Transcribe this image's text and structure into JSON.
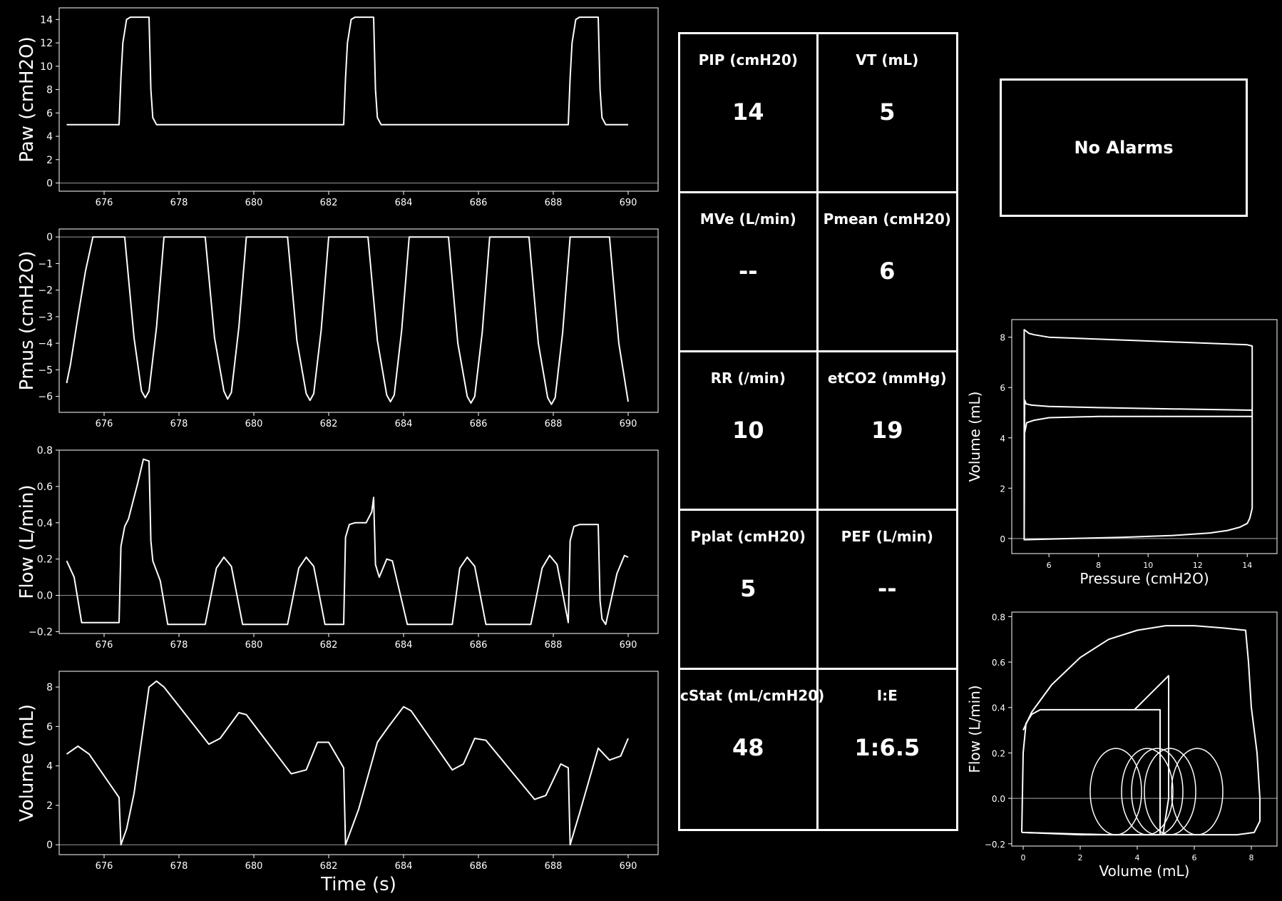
{
  "charts": {
    "paw": {
      "ylabel": "Paw (cmH2O)",
      "xlabel": "",
      "xlim": [
        674.8,
        690.8
      ],
      "ylim": [
        -0.7,
        15
      ],
      "xticks": [
        "676",
        "678",
        "680",
        "682",
        "684",
        "686",
        "688",
        "690"
      ],
      "yticks": [
        "0",
        "2",
        "4",
        "6",
        "8",
        "10",
        "12",
        "14"
      ]
    },
    "pmus": {
      "ylabel": "Pmus (cmH2O)",
      "xlabel": "",
      "xlim": [
        674.8,
        690.8
      ],
      "ylim": [
        -6.6,
        0.3
      ],
      "xticks": [
        "676",
        "678",
        "680",
        "682",
        "684",
        "686",
        "688",
        "690"
      ],
      "yticks": [
        "−6",
        "−5",
        "−4",
        "−3",
        "−2",
        "−1",
        "0"
      ]
    },
    "flow": {
      "ylabel": "Flow (L/min)",
      "xlabel": "",
      "xlim": [
        674.8,
        690.8
      ],
      "ylim": [
        -0.21,
        0.8
      ],
      "xticks": [
        "676",
        "678",
        "680",
        "682",
        "684",
        "686",
        "688",
        "690"
      ],
      "yticks": [
        "−0.2",
        "0.0",
        "0.2",
        "0.4",
        "0.6",
        "0.8"
      ]
    },
    "volume": {
      "ylabel": "Volume (mL)",
      "xlabel": "Time (s)",
      "xlim": [
        674.8,
        690.8
      ],
      "ylim": [
        -0.5,
        8.8
      ],
      "xticks": [
        "676",
        "678",
        "680",
        "682",
        "684",
        "686",
        "688",
        "690"
      ],
      "yticks": [
        "0",
        "2",
        "4",
        "6",
        "8"
      ]
    },
    "pv_loop": {
      "ylabel": "Volume (mL)",
      "xlabel": "Pressure (cmH2O)",
      "xlim": [
        4.5,
        15.2
      ],
      "ylim": [
        -0.6,
        8.7
      ],
      "xticks": [
        "6",
        "8",
        "10",
        "12",
        "14"
      ],
      "yticks": [
        "0",
        "2",
        "4",
        "6",
        "8"
      ]
    },
    "fv_loop": {
      "ylabel": "Flow (L/min)",
      "xlabel": "Volume (mL)",
      "xlim": [
        -0.4,
        8.9
      ],
      "ylim": [
        -0.21,
        0.82
      ],
      "xticks": [
        "0",
        "2",
        "4",
        "6",
        "8"
      ],
      "yticks": [
        "−0.2",
        "0.0",
        "0.2",
        "0.4",
        "0.6",
        "0.8"
      ]
    }
  },
  "chart_data": [
    {
      "type": "line",
      "title": "",
      "xlabel": "",
      "ylabel": "Paw (cmH2O)",
      "ylim": [
        -0.7,
        15
      ],
      "grid": false,
      "x": [
        675.0,
        676.4,
        676.45,
        676.5,
        676.6,
        676.7,
        677.2,
        677.25,
        677.3,
        677.4,
        682.4,
        682.45,
        682.5,
        682.6,
        682.7,
        683.2,
        683.25,
        683.3,
        683.4,
        688.4,
        688.45,
        688.5,
        688.6,
        688.7,
        689.2,
        689.25,
        689.3,
        689.4,
        690.0
      ],
      "y": [
        5,
        5,
        9,
        12,
        14,
        14.2,
        14.2,
        8,
        5.6,
        5,
        5,
        9,
        12,
        14,
        14.2,
        14.2,
        8,
        5.6,
        5,
        5,
        9,
        12,
        14,
        14.2,
        14.2,
        8,
        5.6,
        5,
        5
      ]
    },
    {
      "type": "line",
      "title": "",
      "xlabel": "",
      "ylabel": "Pmus (cmH2O)",
      "ylim": [
        -6.6,
        0.3
      ],
      "grid": false,
      "x": [
        675.0,
        675.1,
        675.3,
        675.5,
        675.7,
        676.55,
        676.8,
        677.0,
        677.1,
        677.2,
        677.4,
        677.6,
        678.7,
        678.95,
        679.2,
        679.3,
        679.4,
        679.6,
        679.8,
        680.9,
        681.15,
        681.4,
        681.5,
        681.6,
        681.8,
        682.0,
        683.05,
        683.3,
        683.55,
        683.65,
        683.75,
        683.95,
        684.15,
        685.2,
        685.45,
        685.7,
        685.8,
        685.9,
        686.1,
        686.3,
        687.35,
        687.6,
        687.85,
        687.95,
        688.05,
        688.25,
        688.45,
        689.5,
        689.75,
        690.0
      ],
      "y": [
        -5.5,
        -4.8,
        -3,
        -1.3,
        0,
        0,
        -3.8,
        -5.8,
        -6.05,
        -5.8,
        -3.4,
        0,
        0,
        -3.8,
        -5.8,
        -6.1,
        -5.85,
        -3.4,
        0,
        0,
        -3.9,
        -5.9,
        -6.15,
        -5.9,
        -3.5,
        0,
        0,
        -3.9,
        -5.95,
        -6.2,
        -5.95,
        -3.5,
        0,
        0,
        -4,
        -6,
        -6.25,
        -6,
        -3.6,
        0,
        0,
        -4,
        -6.05,
        -6.3,
        -6.05,
        -3.6,
        0,
        0,
        -4,
        -6.2
      ]
    },
    {
      "type": "line",
      "title": "",
      "xlabel": "",
      "ylabel": "Flow (L/min)",
      "ylim": [
        -0.21,
        0.8
      ],
      "grid": false,
      "x": [
        675.0,
        675.2,
        675.4,
        676.4,
        676.45,
        676.55,
        676.65,
        676.9,
        677.05,
        677.2,
        677.25,
        677.3,
        677.5,
        677.7,
        678.7,
        679.0,
        679.2,
        679.4,
        679.7,
        680.9,
        681.2,
        681.4,
        681.6,
        681.9,
        682.4,
        682.45,
        682.55,
        682.7,
        683.0,
        683.15,
        683.2,
        683.25,
        683.35,
        683.55,
        683.7,
        684.1,
        685.3,
        685.5,
        685.7,
        685.9,
        686.2,
        687.4,
        687.7,
        687.9,
        688.1,
        688.4,
        688.45,
        688.55,
        688.7,
        689.2,
        689.25,
        689.3,
        689.4,
        689.7,
        689.9,
        690.0
      ],
      "y": [
        0.19,
        0.1,
        -0.15,
        -0.15,
        0.27,
        0.38,
        0.42,
        0.62,
        0.75,
        0.74,
        0.3,
        0.19,
        0.08,
        -0.16,
        -0.16,
        0.15,
        0.21,
        0.16,
        -0.16,
        -0.16,
        0.15,
        0.21,
        0.16,
        -0.16,
        -0.16,
        0.32,
        0.39,
        0.4,
        0.4,
        0.46,
        0.54,
        0.17,
        0.1,
        0.2,
        0.19,
        -0.16,
        -0.16,
        0.15,
        0.21,
        0.16,
        -0.16,
        -0.16,
        0.15,
        0.22,
        0.17,
        -0.15,
        0.3,
        0.38,
        0.39,
        0.39,
        -0.03,
        -0.13,
        -0.16,
        0.12,
        0.22,
        0.21
      ]
    },
    {
      "type": "line",
      "title": "",
      "xlabel": "Time (s)",
      "ylabel": "Volume (mL)",
      "ylim": [
        -0.5,
        8.8
      ],
      "grid": false,
      "x": [
        675.0,
        675.3,
        675.6,
        676.4,
        676.45,
        676.6,
        676.8,
        677.2,
        677.4,
        677.6,
        678.8,
        679.1,
        679.6,
        679.8,
        681.0,
        681.4,
        681.7,
        682.0,
        682.4,
        682.45,
        682.8,
        683.3,
        683.6,
        684.0,
        684.2,
        685.3,
        685.6,
        685.9,
        686.2,
        687.5,
        687.8,
        688.2,
        688.4,
        688.45,
        688.7,
        689.2,
        689.5,
        689.8,
        690.0
      ],
      "y": [
        4.6,
        5.0,
        4.6,
        2.4,
        0,
        0.8,
        2.6,
        8.0,
        8.3,
        8.0,
        5.1,
        5.4,
        6.7,
        6.6,
        3.6,
        3.8,
        5.2,
        5.2,
        3.9,
        0,
        1.8,
        5.2,
        6.0,
        7.0,
        6.8,
        3.8,
        4.1,
        5.4,
        5.3,
        2.3,
        2.5,
        4.1,
        3.9,
        0,
        1.6,
        4.9,
        4.3,
        4.5,
        5.4
      ]
    },
    {
      "type": "line",
      "title": "",
      "xlabel": "Pressure (cmH2O)",
      "ylabel": "Volume (mL)",
      "ylim": [
        -0.6,
        8.7
      ],
      "grid": false,
      "series": [
        {
          "x": [
            5,
            5,
            5.2,
            5.4,
            6,
            10,
            14,
            14.2,
            14.2,
            14.1,
            14.0,
            13.7,
            13.2,
            12.5,
            11,
            9,
            7,
            5,
            5.02,
            5.08,
            5.3,
            6,
            8,
            11,
            14.2
          ],
          "y": [
            0,
            8.3,
            8.15,
            8.1,
            8.0,
            7.85,
            7.7,
            7.65,
            1.2,
            0.8,
            0.6,
            0.45,
            0.32,
            0.22,
            0.12,
            0.05,
            0,
            -0.05,
            5.5,
            5.35,
            5.3,
            5.25,
            5.2,
            5.15,
            5.1
          ]
        },
        {
          "x": [
            5.02,
            5.1,
            5.4,
            6,
            8,
            11,
            14.2
          ],
          "y": [
            4.2,
            4.6,
            4.7,
            4.8,
            4.85,
            4.85,
            4.85
          ]
        }
      ]
    },
    {
      "type": "line",
      "title": "",
      "xlabel": "Volume (mL)",
      "ylabel": "Flow (L/min)",
      "ylim": [
        -0.21,
        0.82
      ],
      "grid": false,
      "series": [
        {
          "x": [
            -0.05,
            0,
            0.1,
            0.3,
            0.6,
            1,
            2,
            3,
            4,
            4.8,
            4.8,
            4.6,
            3,
            -0.05
          ],
          "y": [
            -0.15,
            0.2,
            0.33,
            0.37,
            0.39,
            0.39,
            0.39,
            0.39,
            0.39,
            0.39,
            -0.16,
            -0.16,
            -0.16,
            -0.15
          ]
        },
        {
          "x": [
            0,
            0.3,
            1,
            2,
            3,
            4,
            5,
            6,
            7,
            7.8,
            7.9,
            8,
            8.2,
            8.3,
            8.3,
            8.1,
            7.5,
            6,
            4,
            2,
            0
          ],
          "y": [
            0.3,
            0.38,
            0.5,
            0.62,
            0.7,
            0.74,
            0.76,
            0.76,
            0.75,
            0.74,
            0.6,
            0.4,
            0.2,
            0,
            -0.1,
            -0.15,
            -0.16,
            -0.16,
            -0.16,
            -0.16,
            -0.15
          ]
        },
        {
          "x": [
            3.9,
            5.1,
            5.1,
            5.1,
            4.9
          ],
          "y": [
            0.39,
            0.54,
            0.25,
            0.0,
            -0.16
          ]
        }
      ],
      "loops": [
        {
          "cx": 3.25,
          "cy": 0.03,
          "rx": 0.9,
          "ry": 0.19
        },
        {
          "cx": 4.35,
          "cy": 0.03,
          "rx": 0.9,
          "ry": 0.19
        },
        {
          "cx": 4.7,
          "cy": 0.03,
          "rx": 0.9,
          "ry": 0.19
        },
        {
          "cx": 5.15,
          "cy": 0.03,
          "rx": 0.9,
          "ry": 0.19
        },
        {
          "cx": 6.1,
          "cy": 0.03,
          "rx": 0.9,
          "ry": 0.19
        }
      ]
    }
  ],
  "metrics": [
    {
      "label": "PIP (cmH20)",
      "value": "14"
    },
    {
      "label": "VT (mL)",
      "value": "5"
    },
    {
      "label": "MVe (L/min)",
      "value": "--"
    },
    {
      "label": "Pmean (cmH20)",
      "value": "6"
    },
    {
      "label": "RR (/min)",
      "value": "10"
    },
    {
      "label": "etCO2 (mmHg)",
      "value": "19"
    },
    {
      "label": "Pplat (cmH20)",
      "value": "5"
    },
    {
      "label": "PEF (L/min)",
      "value": "--"
    },
    {
      "label": "cStat (mL/cmH20)",
      "value": "48"
    },
    {
      "label": "I:E",
      "value": "1:6.5"
    }
  ],
  "alarm": {
    "text": "No Alarms"
  }
}
